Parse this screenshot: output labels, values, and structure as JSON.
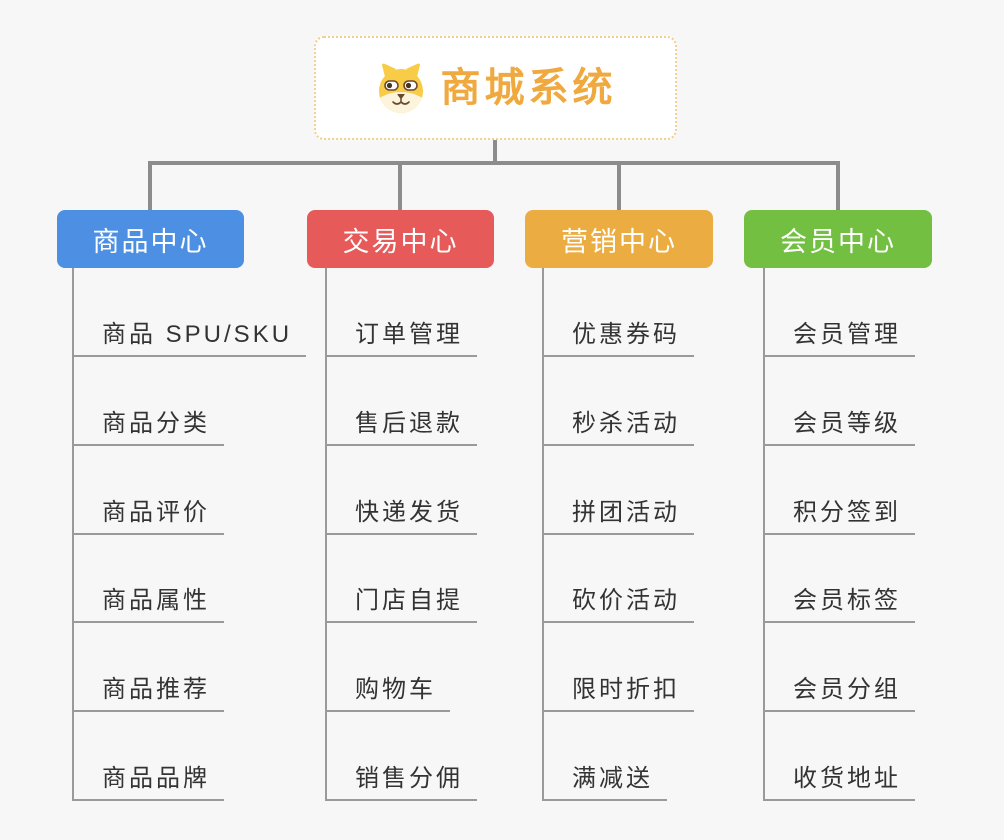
{
  "page": {
    "background": "#F7F7F7"
  },
  "root": {
    "title": "商城系统",
    "icon": "dog-face-icon",
    "title_color": "#F0A93E",
    "border_color": "#F3CD92"
  },
  "lines": {
    "root_connector_color": "#8C8C8C",
    "branch_connector_color": "#9A9A9A"
  },
  "branches": [
    {
      "label": "商品中心",
      "color": "#4D90E3",
      "items": [
        "商品 SPU/SKU",
        "商品分类",
        "商品评价",
        "商品属性",
        "商品推荐",
        "商品品牌"
      ]
    },
    {
      "label": "交易中心",
      "color": "#E65A5A",
      "items": [
        "订单管理",
        "售后退款",
        "快递发货",
        "门店自提",
        "购物车",
        "销售分佣"
      ]
    },
    {
      "label": "营销中心",
      "color": "#EBAD42",
      "items": [
        "优惠券码",
        "秒杀活动",
        "拼团活动",
        "砍价活动",
        "限时折扣",
        "满减送"
      ]
    },
    {
      "label": "会员中心",
      "color": "#72BF42",
      "items": [
        "会员管理",
        "会员等级",
        "积分签到",
        "会员标签",
        "会员分组",
        "收货地址"
      ]
    }
  ]
}
